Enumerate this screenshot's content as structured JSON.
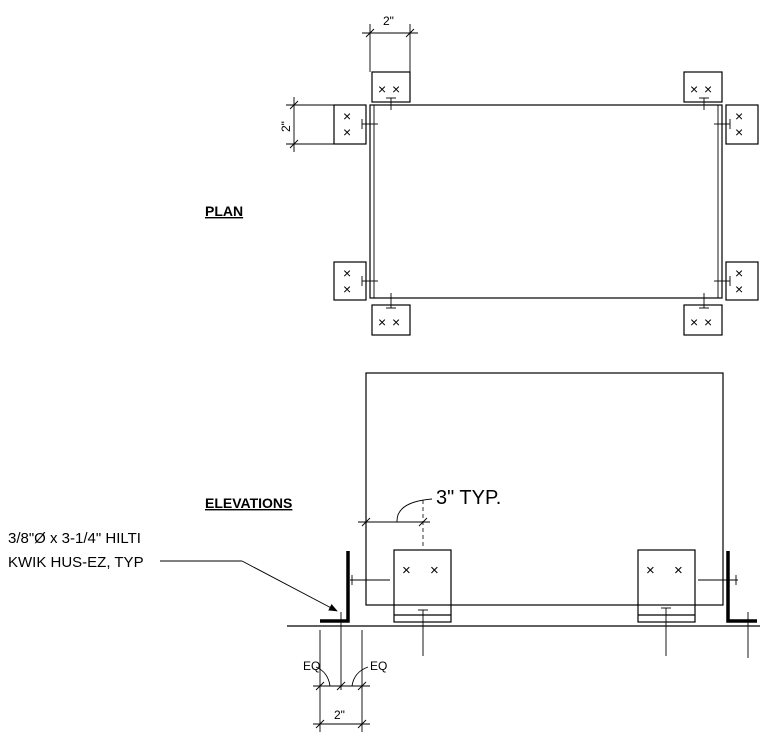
{
  "plan": {
    "title": "PLAN",
    "dim_top": "2\"",
    "dim_left": "2\""
  },
  "elevations": {
    "title": "ELEVATIONS",
    "typ_note": "3\" TYP.",
    "anchor_note_line1": "3/8\"Ø x 3-1/4\" HILTI",
    "anchor_note_line2": "KWIK HUS-EZ, TYP",
    "eq_left": "EQ",
    "eq_right": "EQ",
    "dim_bottom": "2\""
  }
}
